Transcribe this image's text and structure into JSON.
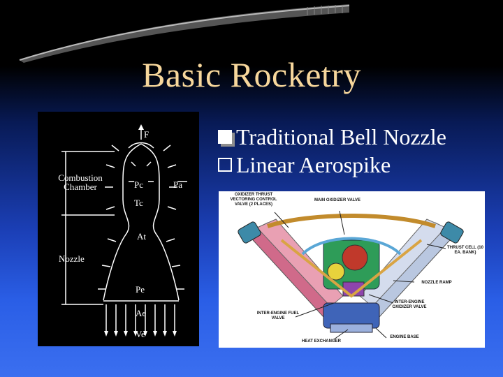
{
  "slide": {
    "title": "Basic Rocketry",
    "bullets": [
      {
        "text": "Traditional Bell Nozzle",
        "marker": "filled-square"
      },
      {
        "text": "Linear Aerospike",
        "marker": "hollow-square"
      }
    ]
  },
  "nozzle_diagram": {
    "labels": {
      "force": "F",
      "combustion_chamber": "Combustion Chamber",
      "nozzle": "Nozzle",
      "chamber_pressure": "Pc",
      "chamber_temperature": "Tc",
      "ambient_pressure": "Pa",
      "throat_area": "At",
      "exit_pressure": "Pe",
      "exit_area": "Ae",
      "exit_velocity": "Ve"
    }
  },
  "engine_diagram": {
    "labels": {
      "oxidizer_valve": "OXIDIZER THRUST VECTORING CONTROL VALVE (2 PLACES)",
      "main_oxidizer_valve": "MAIN OXIDIZER VALVE",
      "thrust_cell": "THRUST CELL (10 EA. BANK)",
      "nozzle_ramp": "NOZZLE RAMP",
      "inter_engine_oxidizer": "INTER-ENGINE OXIDIZER VALVE",
      "inter_engine_fuel": "INTER-ENGINE FUEL VALVE",
      "heat_exchanger": "HEAT EXCHANGER",
      "engine_base": "ENGINE BASE"
    }
  }
}
